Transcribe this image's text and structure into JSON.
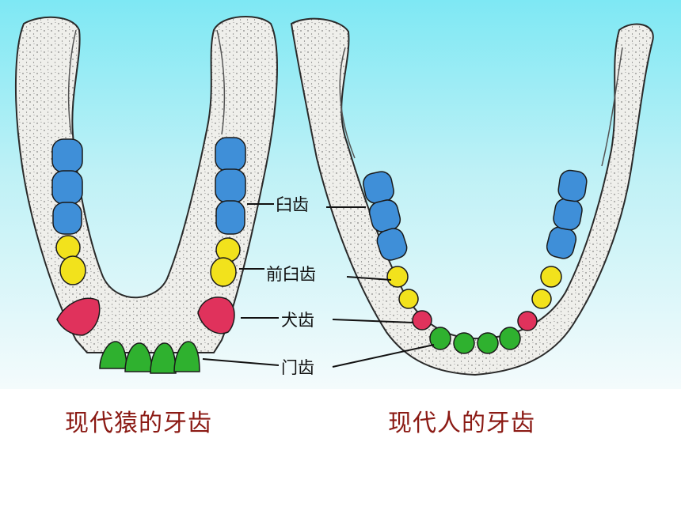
{
  "labels": {
    "molar": "臼齿",
    "premolar": "前臼齿",
    "canine": "犬齿",
    "incisor": "门齿"
  },
  "captions": {
    "ape": "现代猿的牙齿",
    "human": "现代人的牙齿"
  },
  "colors": {
    "molar": "#3f8fd8",
    "premolar": "#f2e21c",
    "canine": "#e0325c",
    "incisor": "#2fb12f",
    "bone": "#eeeeea",
    "caption": "#8b1a14"
  }
}
